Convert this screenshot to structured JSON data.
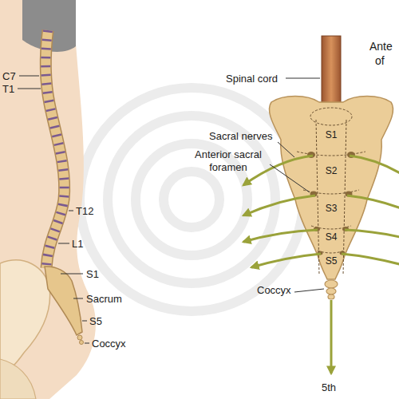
{
  "diagram": {
    "labels": [
      "C7",
      "T1",
      "T12",
      "L1",
      "S1",
      "Sacrum",
      "S5",
      "Coccyx",
      "Spinal cord",
      "Sacral nerves",
      "Anterior sacral foramen",
      "S1",
      "S2",
      "S3",
      "S4",
      "S5",
      "Coccyx",
      "5th",
      "Ante",
      "of"
    ]
  }
}
